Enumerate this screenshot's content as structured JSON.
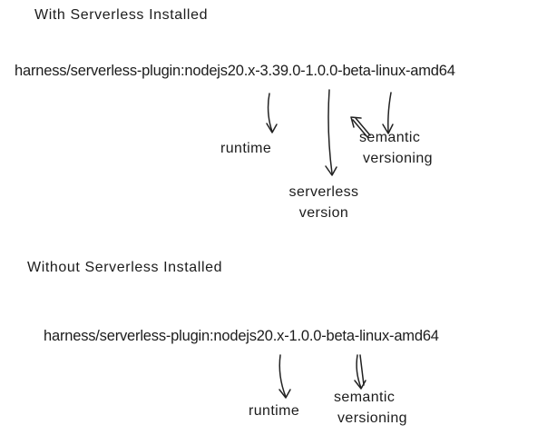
{
  "page": {
    "background": "#ffffff",
    "ink": "#1c1c1c"
  },
  "sections": [
    {
      "heading": "With Serverless Installed",
      "tag": "harness/serverless-plugin:nodejs20.x-3.39.0-1.0.0-beta-linux-amd64",
      "labels": {
        "runtime": "runtime",
        "serverless_version": [
          "serverless",
          "version"
        ],
        "semantic_versioning": [
          "semantic",
          "versioning"
        ]
      }
    },
    {
      "heading": "Without Serverless Installed",
      "tag": "harness/serverless-plugin:nodejs20.x-1.0.0-beta-linux-amd64",
      "labels": {
        "runtime": "runtime",
        "semantic_versioning": [
          "semantic",
          "versioning"
        ]
      }
    }
  ]
}
